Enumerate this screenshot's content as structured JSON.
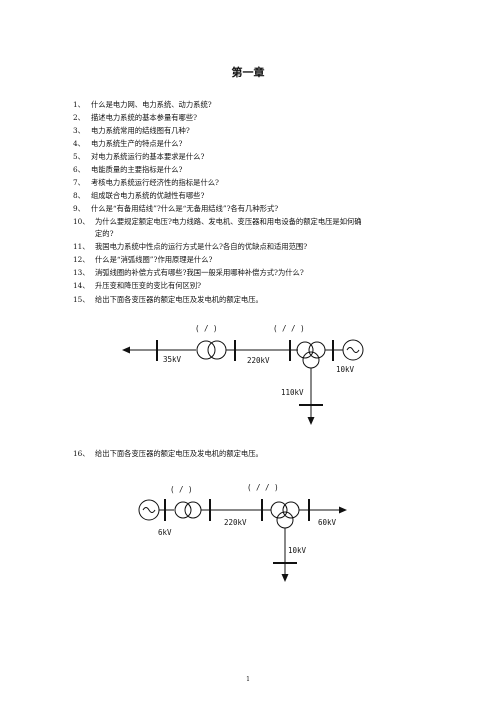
{
  "title": "第一章",
  "questions": [
    {
      "num": "1、",
      "text": "什么是电力网、电力系统、动力系统?"
    },
    {
      "num": "2、",
      "text": "描述电力系统的基本参量有哪些?"
    },
    {
      "num": "3、",
      "text": "电力系统常用的结线图有几种?"
    },
    {
      "num": "4、",
      "text": "电力系统生产的特点是什么?"
    },
    {
      "num": "5、",
      "text": "对电力系统运行的基本要求是什么?"
    },
    {
      "num": "6、",
      "text": "电能质量的主要指标是什么?"
    },
    {
      "num": "7、",
      "text": "考核电力系统运行经济性的指标是什么?"
    },
    {
      "num": "8、",
      "text": "组成联合电力系统的优越性有哪些?"
    },
    {
      "num": "9、",
      "text": "什么是“有备用结线”?什么是“无备用结线”?各有几种形式?"
    },
    {
      "num": "10、",
      "text": "为什么要规定额定电压?电力线路、发电机、变压器和用电设备的额定电压是如何确",
      "cont": "定的?"
    },
    {
      "num": "11、",
      "text": "我国电力系统中性点的运行方式是什么?各自的优缺点和适用范围?"
    },
    {
      "num": "12、",
      "text": "什么是“消弧线圈”?作用原理是什么?"
    },
    {
      "num": "13、",
      "text": "消弧线圈的补偿方式有哪些?我国一般采用哪种补偿方式?为什么?"
    },
    {
      "num": "14、",
      "text": "升压变和降压变的变比有何区别?"
    },
    {
      "num": "15、",
      "text": "给出下面各变压器的额定电压及发电机的额定电压。"
    },
    {
      "num": "16、",
      "text": "给出下面各变压器的额定电压及发电机的额定电压。"
    }
  ],
  "diagram1": {
    "bracket_left": "(  /  )",
    "bracket_right": "(   /   /   )",
    "v_left": "35kV",
    "v_mid": "220kV",
    "v_gen": "10kV",
    "v_down": "110kV"
  },
  "diagram2": {
    "bracket_left": "(  /  )",
    "bracket_right": "(   /   /   )",
    "v_gen": "6kV",
    "v_mid": "220kV",
    "v_right": "60kV",
    "v_down": "10kV"
  },
  "page_number": "1"
}
